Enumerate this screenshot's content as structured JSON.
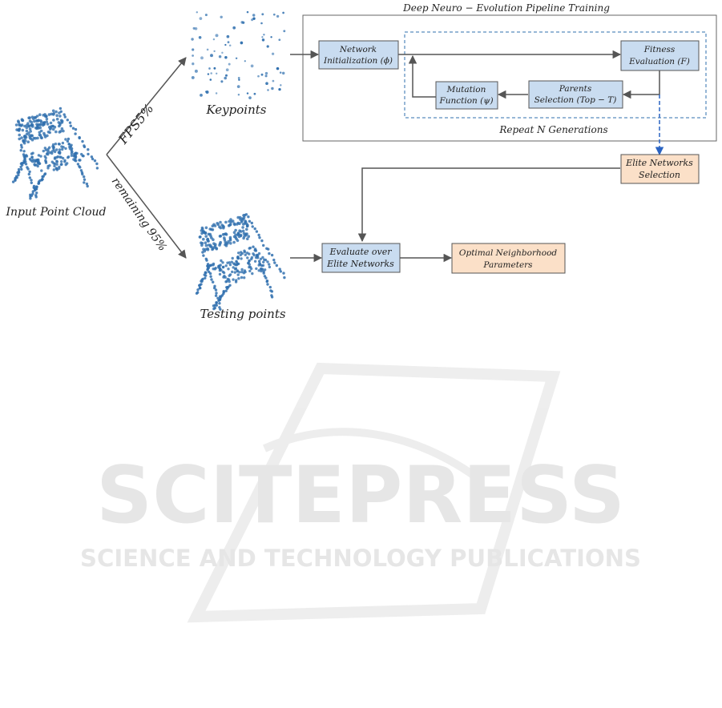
{
  "pipeline": {
    "title": "Deep Neuro − Evolution Pipeline Training",
    "repeat_label": "Repeat N Generations"
  },
  "labels": {
    "input_cloud": "Input Point Cloud",
    "keypoints": "Keypoints",
    "testing_points": "Testing points",
    "fps_split": "FPS5%",
    "remaining_split": "remaining 95%"
  },
  "boxes": {
    "network_init": [
      "Network",
      "Initialization (ϕ)"
    ],
    "fitness_eval": [
      "Fitness",
      "Evaluation (F)"
    ],
    "mutation": [
      "Mutation",
      "Function (ψ)"
    ],
    "parents_selection": [
      "Parents",
      "Selection (Top − T)"
    ],
    "elite_selection": [
      "Elite Networks",
      "Selection"
    ],
    "evaluate_elite": [
      "Evaluate over",
      "Elite Networks"
    ],
    "optimal_params": [
      "Optimal Neighborhood",
      "Parameters"
    ]
  },
  "colors": {
    "box_blue": "#c9dcf0",
    "box_orange": "#fbe0c8",
    "points": "#2f6fae",
    "arrow": "#555555",
    "dashed_border": "#2f6fae",
    "highlight_arrow": "#2a63c2"
  },
  "watermark": {
    "main": "SCITEPRESS",
    "sub": "SCIENCE AND TECHNOLOGY PUBLICATIONS"
  }
}
